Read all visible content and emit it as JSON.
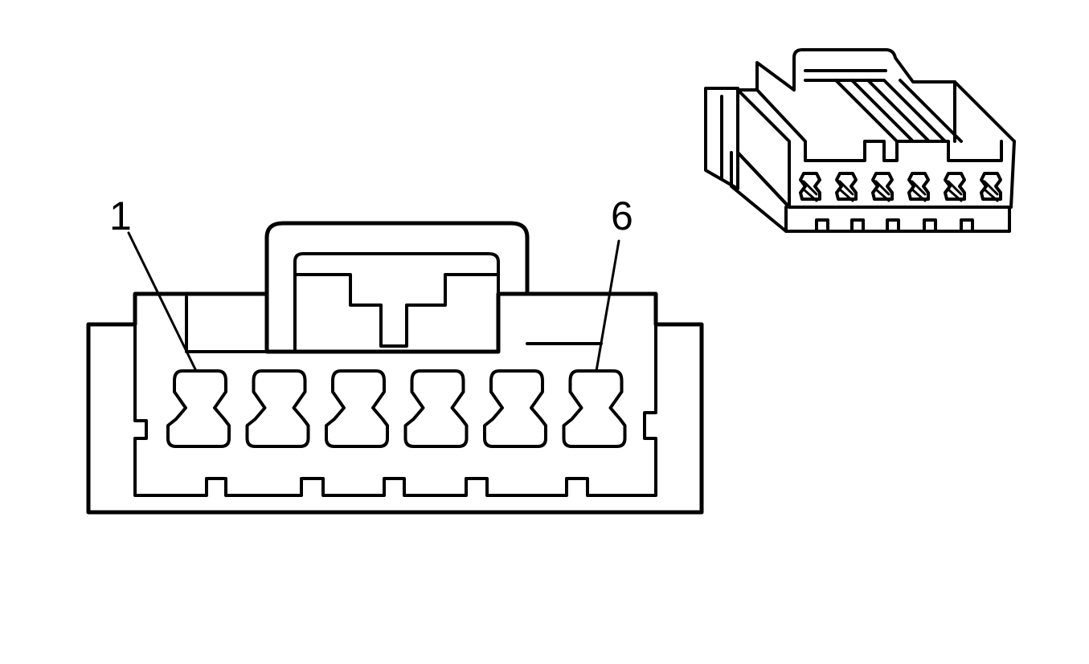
{
  "diagram": {
    "pin_count": 6,
    "labels": {
      "first_pin": "1",
      "last_pin": "6"
    },
    "colors": {
      "line": "#000000",
      "background": "#ffffff"
    }
  }
}
